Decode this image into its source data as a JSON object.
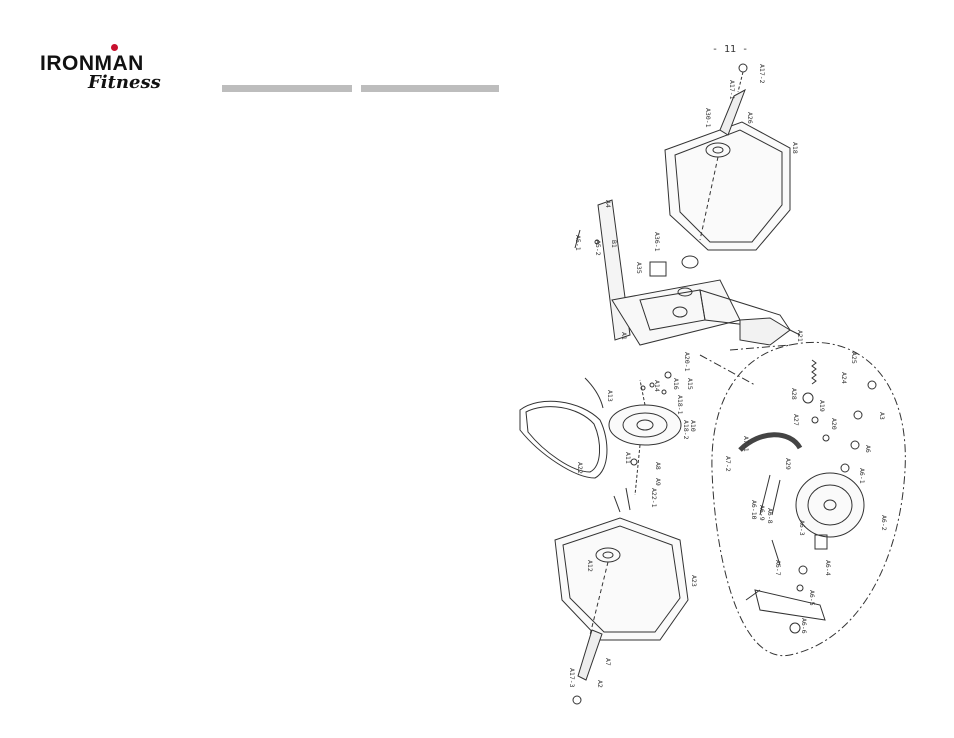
{
  "brand": {
    "name": "IRONMAN",
    "tagline": "Fitness"
  },
  "page": {
    "number": "- 11 -"
  },
  "diagram": {
    "part_labels": [
      "A17-1",
      "A17-2",
      "A30-1",
      "A26",
      "A18",
      "A4",
      "A5-1",
      "A5-2",
      "B1",
      "A36-1",
      "A35",
      "A1",
      "A21",
      "A20-1",
      "A16",
      "A15",
      "A14",
      "A13",
      "A18-1",
      "A18-2",
      "A11",
      "A10",
      "A8",
      "A9",
      "A22",
      "A22-1",
      "A12",
      "A23",
      "A7",
      "A17-3",
      "A2",
      "A3",
      "A6",
      "A6-1",
      "A6-2",
      "A6-3",
      "A6-4",
      "A6-5",
      "A6-6",
      "A6-7",
      "A6-8",
      "A6-9",
      "A6-10",
      "A25",
      "A24",
      "A28",
      "A27",
      "A19",
      "A20",
      "A7-1",
      "A7-2",
      "A29"
    ]
  }
}
